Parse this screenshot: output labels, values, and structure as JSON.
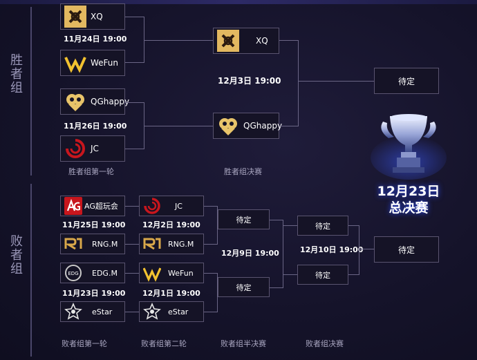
{
  "groups": {
    "winners": "胜者组",
    "losers": "败者组"
  },
  "winners": {
    "r1": {
      "label": "胜者组第一轮",
      "m1": {
        "team1": "XQ",
        "time": "11月24日 19:00",
        "team2": "WeFun"
      },
      "m2": {
        "team1": "QGhappy",
        "time": "11月26日 19:00",
        "team2": "JC"
      }
    },
    "final": {
      "label": "胜者组决赛",
      "team1": "XQ",
      "time": "12月3日 19:00",
      "team2": "QGhappy"
    }
  },
  "grand_final": {
    "slot1": "待定",
    "slot2": "待定",
    "date": "12月23日",
    "title": "总决赛"
  },
  "losers": {
    "r1": {
      "label": "败者组第一轮",
      "m1": {
        "team1": "AG超玩会",
        "time": "11月25日 19:00",
        "team2": "RNG.M"
      },
      "m2": {
        "team1": "EDG.M",
        "time": "11月23日 19:00",
        "team2": "eStar"
      }
    },
    "r2": {
      "label": "败者组第二轮",
      "m1": {
        "team1": "JC",
        "time": "12月2日 19:00",
        "team2": "RNG.M"
      },
      "m2": {
        "team1": "WeFun",
        "time": "12月1日 19:00",
        "team2": "eStar"
      }
    },
    "semi": {
      "label": "败者组半决赛",
      "slot1": "待定",
      "time": "12月9日 19:00",
      "slot2": "待定"
    },
    "final": {
      "label": "败者组决赛",
      "slot1": "待定",
      "time": "12月10日 19:00",
      "slot2": "待定"
    }
  },
  "colors": {
    "background": "#141227",
    "box_border": "#5a5470",
    "line": "#6b6686",
    "gold": "#d9a84a",
    "red": "#c8161d",
    "accent_blue": "#2a4cff"
  }
}
